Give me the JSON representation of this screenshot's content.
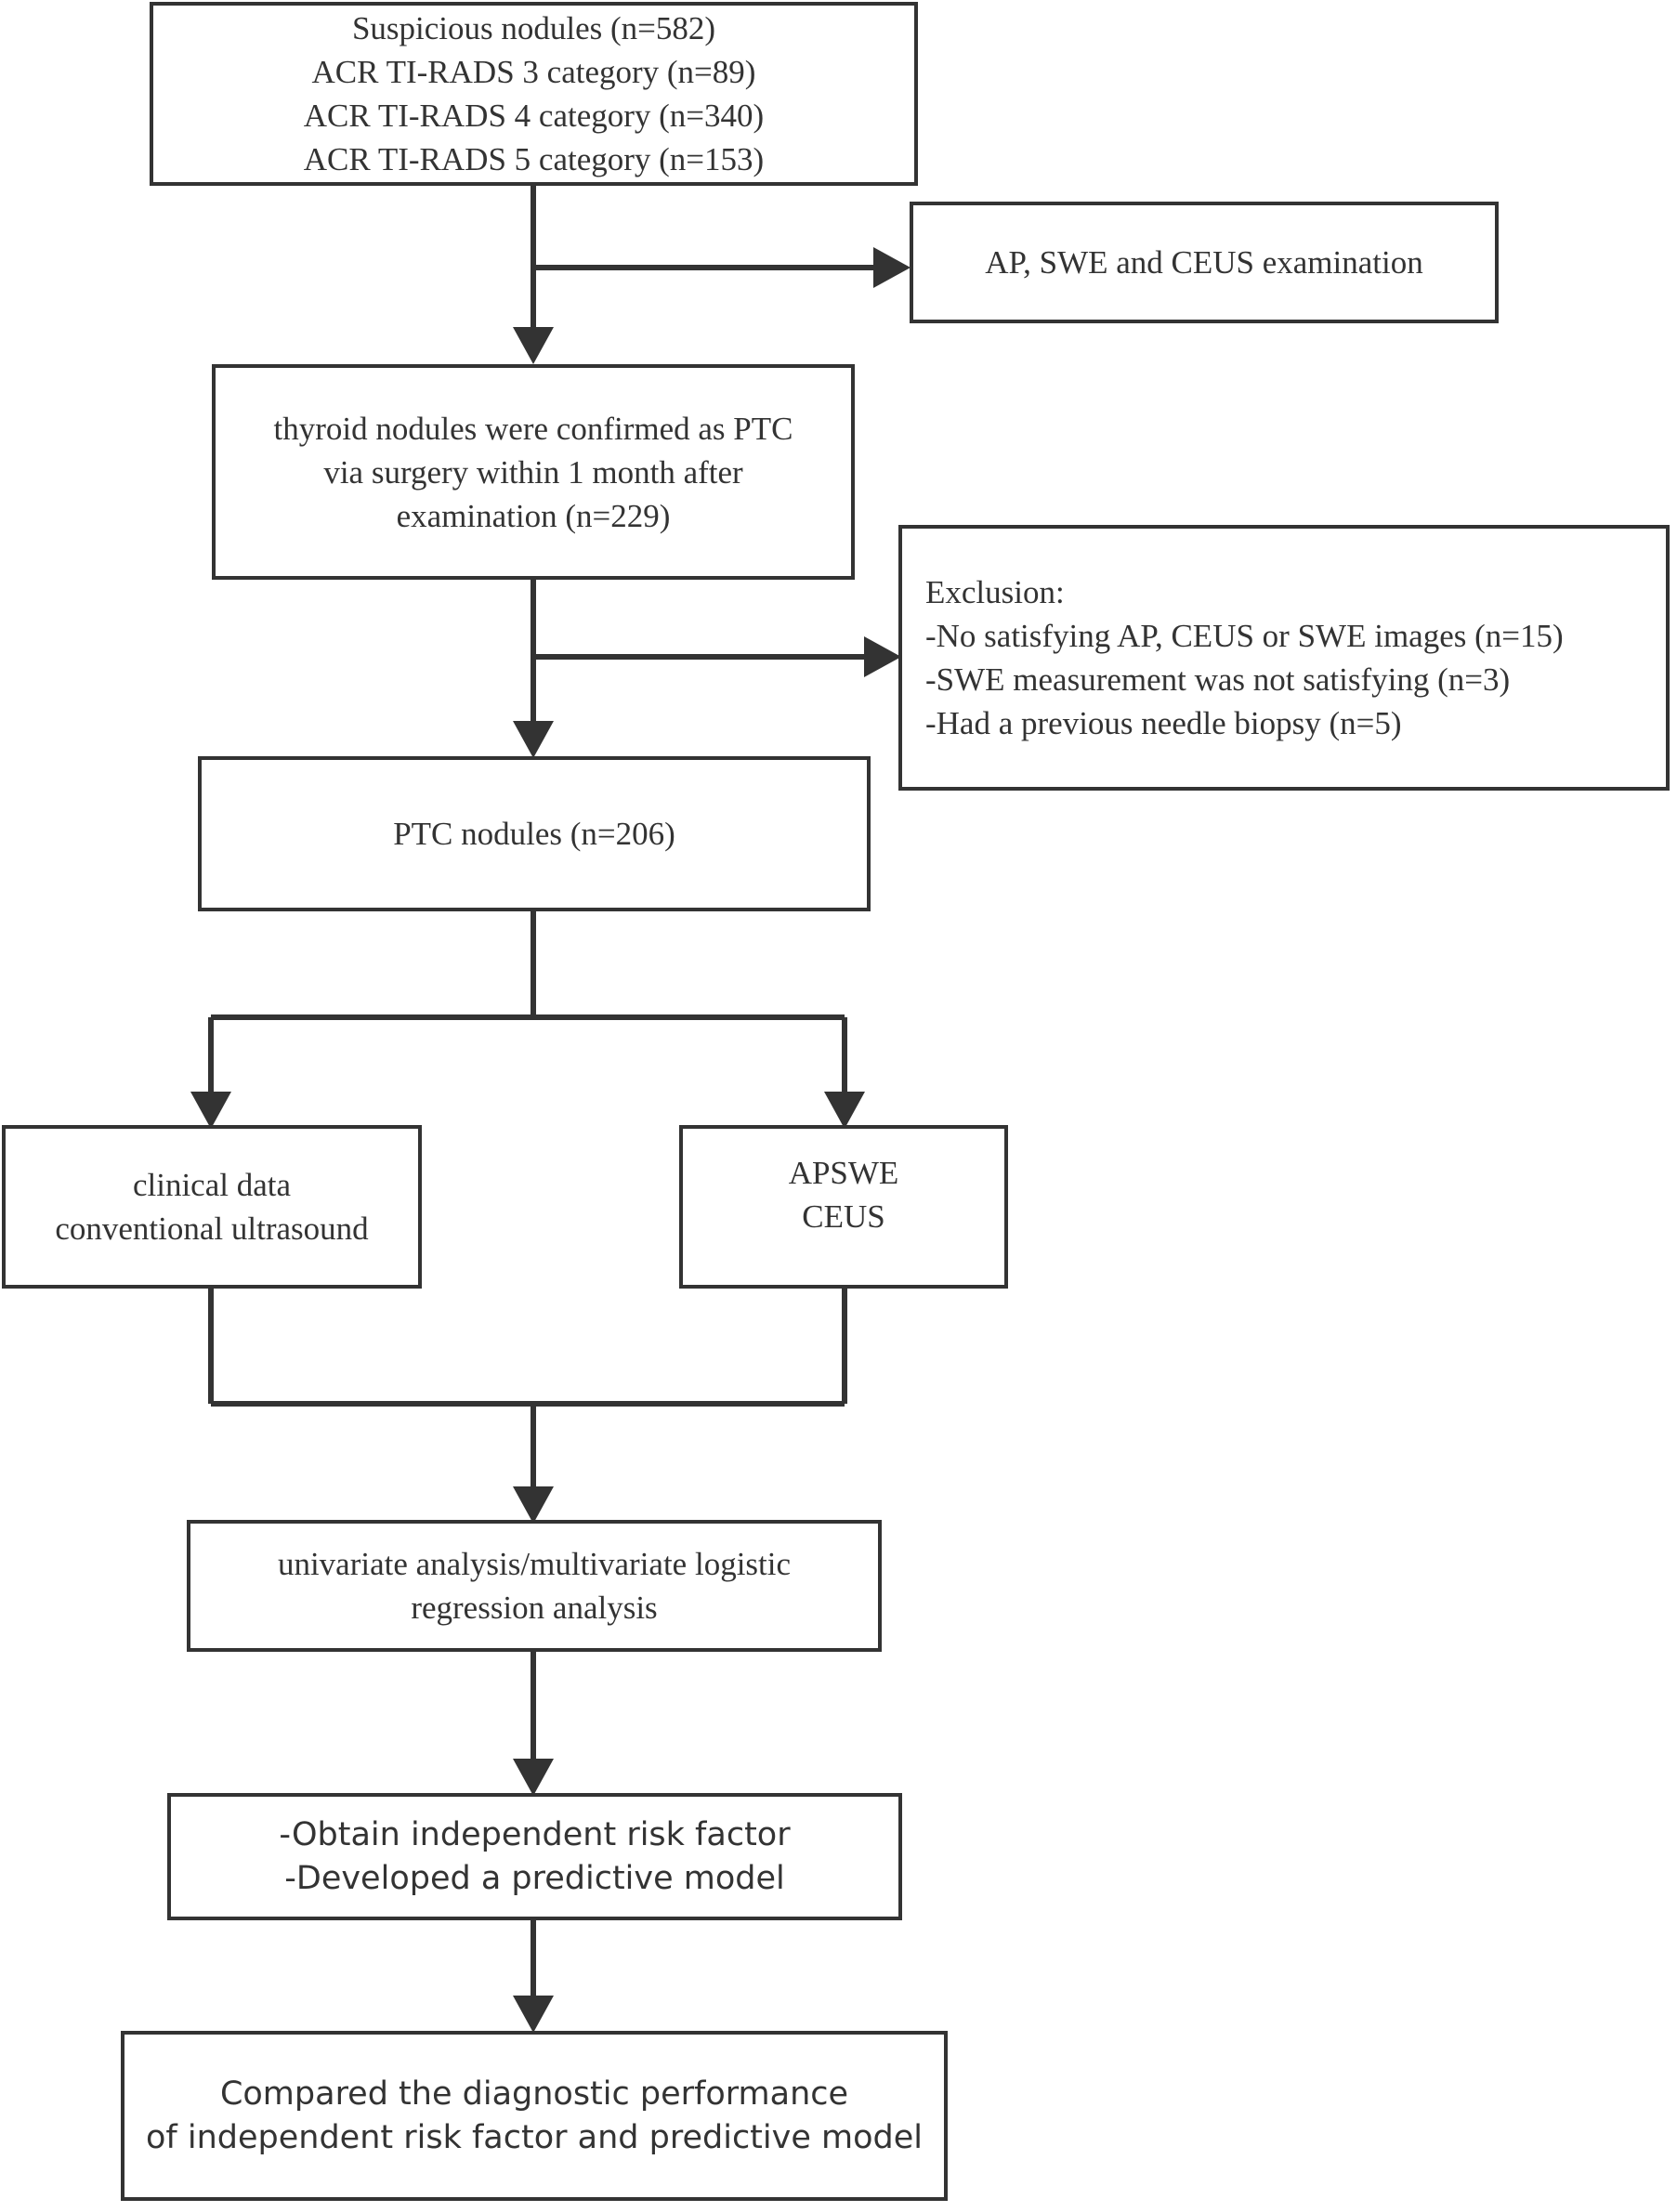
{
  "boxes": {
    "suspicious": [
      "Suspicious nodules (n=582)",
      "ACR TI-RADS 3 category (n=89)",
      "ACR TI-RADS 4 category (n=340)",
      "ACR TI-RADS 5 category (n=153)"
    ],
    "exam": [
      "AP, SWE and CEUS examination"
    ],
    "confirmed": [
      "thyroid nodules were confirmed as PTC",
      "via surgery within 1 month after",
      "examination (n=229)"
    ],
    "exclusion": [
      "Exclusion:",
      "-No satisfying AP, CEUS or SWE images (n=15)",
      "-SWE measurement was not satisfying (n=3)",
      "-Had a previous needle biopsy (n=5)"
    ],
    "ptc": [
      "PTC nodules (n=206)"
    ],
    "clinical": [
      "clinical data",
      "conventional ultrasound"
    ],
    "apswe": [
      "APSWE",
      "CEUS"
    ],
    "analysis": [
      "univariate analysis/multivariate logistic",
      "regression analysis"
    ],
    "obtain": [
      "-Obtain independent risk factor",
      "-Developed a predictive model"
    ],
    "compared": [
      "Compared the diagnostic performance",
      "of independent risk factor and predictive model"
    ]
  },
  "colors": {
    "stroke": "#333333",
    "text": "#333333",
    "background": "#ffffff"
  }
}
